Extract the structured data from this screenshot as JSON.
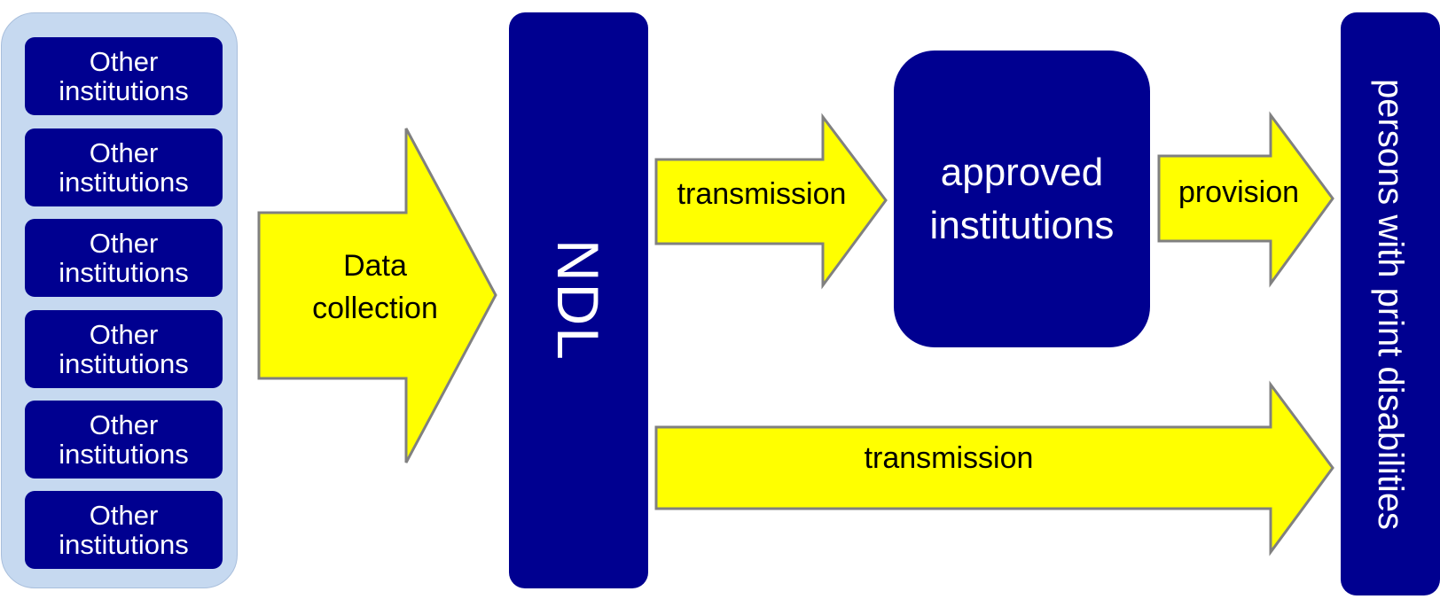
{
  "diagram": {
    "other_institutions": [
      {
        "line1": "Other",
        "line2": "institutions"
      },
      {
        "line1": "Other",
        "line2": "institutions"
      },
      {
        "line1": "Other",
        "line2": "institutions"
      },
      {
        "line1": "Other",
        "line2": "institutions"
      },
      {
        "line1": "Other",
        "line2": "institutions"
      },
      {
        "line1": "Other",
        "line2": "institutions"
      }
    ],
    "data_collection": {
      "line1": "Data",
      "line2": "collection"
    },
    "ndl": "NDL",
    "transmission_top": "transmission",
    "approved": {
      "line1": "approved",
      "line2": "institutions"
    },
    "provision": "provision",
    "transmission_bottom": "transmission",
    "persons": "persons with print disabilities"
  },
  "colors": {
    "navy": "#000090",
    "panel": "#c6d9f0",
    "arrow_fill": "#ffff00",
    "arrow_stroke": "#808080"
  }
}
